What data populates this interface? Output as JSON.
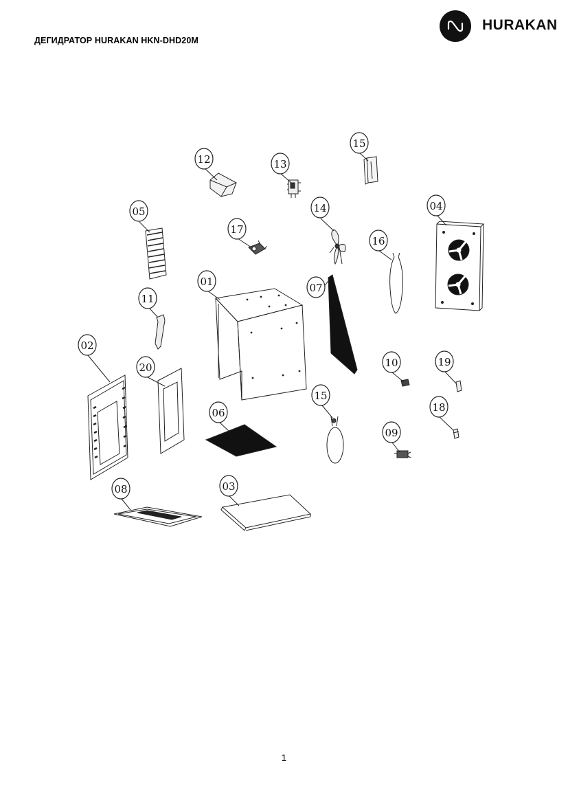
{
  "header": {
    "title": "ДЕГИДРАТОР HURAKAN HKN-DHD20M",
    "brand": {
      "name": "HURAKAN",
      "logo_icon": "hurakan-logo-icon"
    }
  },
  "diagram": {
    "callouts": [
      "01",
      "02",
      "03",
      "04",
      "05",
      "06",
      "07",
      "08",
      "09",
      "10",
      "11",
      "12",
      "13",
      "14",
      "15",
      "15",
      "16",
      "17",
      "18",
      "19",
      "20"
    ]
  },
  "footer": {
    "page_number": "1"
  }
}
